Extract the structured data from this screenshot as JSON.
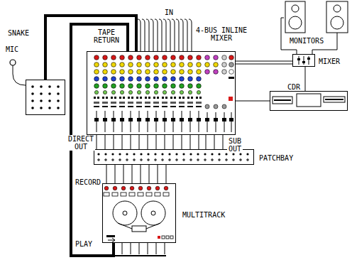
{
  "diagram": {
    "nodes": [
      {
        "text": [
          "4-BUS INLINE MIXER"
        ]
      },
      {
        "text": [
          "SNAKE"
        ]
      },
      {
        "text": [
          "MONITORS"
        ]
      },
      {
        "text": [
          "MIXER"
        ]
      },
      {
        "text": [
          "CDR"
        ]
      },
      {
        "text": [
          "PATCHBAY"
        ]
      },
      {
        "text": [
          "MULTITRACK"
        ]
      }
    ],
    "edges": [
      {
        "from": 1,
        "to": 0,
        "arrow": "none"
      },
      {
        "from": 6,
        "to": 0,
        "label": "TAPE RETURN",
        "arrow": "none"
      },
      {
        "from": 0,
        "to": 5,
        "label": "DIRECT OUT",
        "arrow": "none"
      },
      {
        "from": 0,
        "to": 5,
        "label": "SUB OUT",
        "arrow": "none"
      },
      {
        "from": 5,
        "to": 6,
        "label": "RECORD",
        "arrow": "none"
      },
      {
        "from": 0,
        "to": 3,
        "arrow": "none"
      },
      {
        "from": 3,
        "to": 2,
        "arrow": "none"
      },
      {
        "from": 3,
        "to": 4,
        "arrow": "none"
      }
    ],
    "labels": [
      "IN",
      "MIC",
      "PLAY"
    ]
  }
}
